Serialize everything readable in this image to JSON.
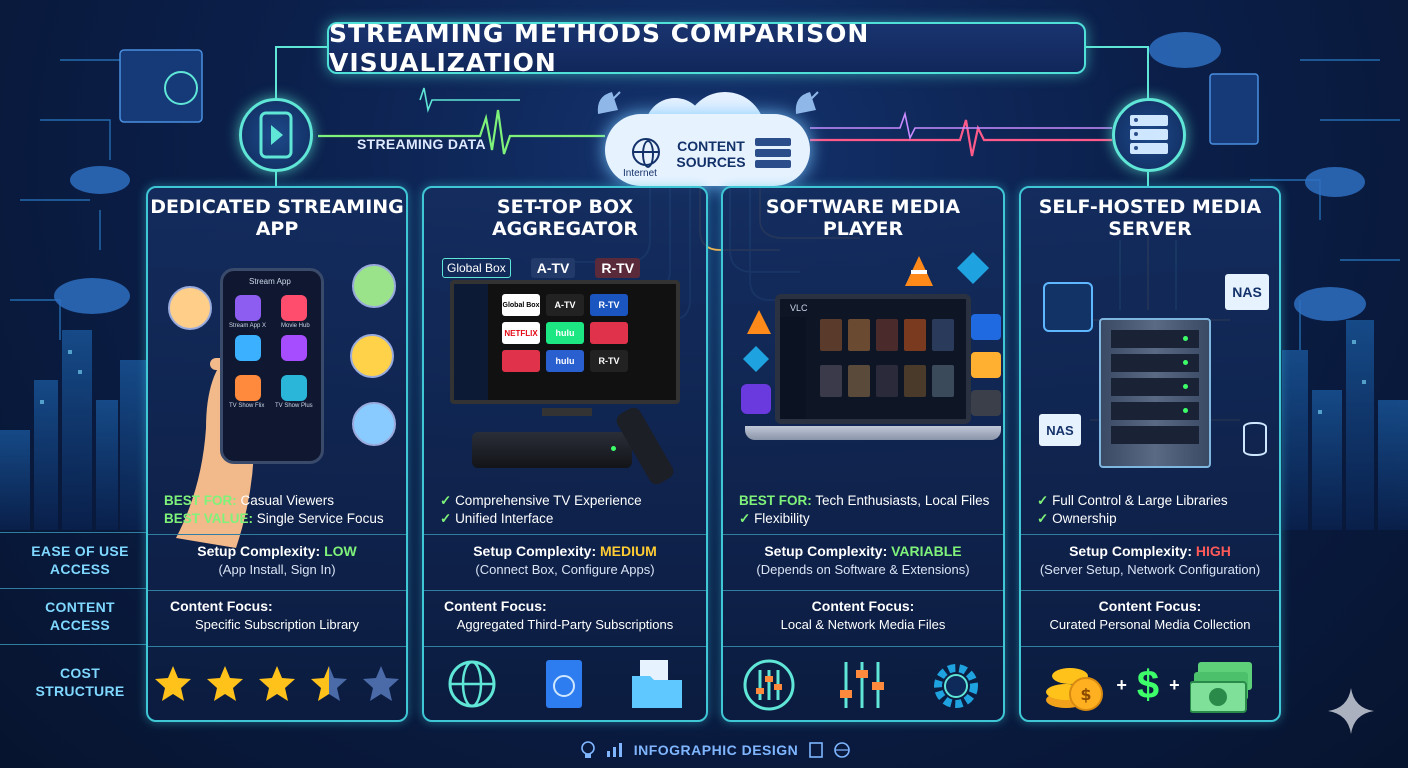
{
  "title": "STREAMING METHODS COMPARISON VISUALIZATION",
  "cloud": {
    "label": "CONTENT SOURCES",
    "sub": "Internet"
  },
  "streaming_data_label": "STREAMING DATA",
  "row_labels": {
    "ease": "EASE OF USE ACCESS",
    "content": "CONTENT ACCESS",
    "cost": "COST STRUCTURE"
  },
  "columns": [
    {
      "title": "DEDICATED STREAMING APP",
      "phone_header": "Stream App",
      "apps": [
        "Stream App X",
        "Movie Hub",
        "TV Show Flix",
        "TV Show Plus"
      ],
      "benefit1_key": "BEST FOR:",
      "benefit1_val": " Casual Viewers",
      "benefit2_key": "BEST VALUE:",
      "benefit2_val": " Single Service Focus",
      "setup_label": "Setup Complexity:",
      "setup_level": "LOW",
      "setup_detail": "(App Install, Sign In)",
      "content_label": "Content Focus:",
      "content_detail": "Specific Subscription Library",
      "rating": 3.5,
      "rating_max": 5,
      "colors": {
        "star": "#ffc21a",
        "star_empty": "#4a6aa8"
      }
    },
    {
      "title": "SET-TOP BOX AGGREGATOR",
      "brands": [
        "Global Box",
        "A-TV",
        "R-TV"
      ],
      "tiles": [
        "Global Box",
        "A-TV",
        "R-TV",
        "NETFLIX",
        "hulu",
        "",
        "",
        "hulu",
        "R-TV"
      ],
      "benefit1": "Comprehensive TV Experience",
      "benefit2": "Unified Interface",
      "setup_label": "Setup Complexity:",
      "setup_level": "MEDIUM",
      "setup_detail": "(Connect Box, Configure Apps)",
      "content_label": "Content Focus:",
      "content_detail": "Aggregated Third-Party Subscriptions",
      "icons": [
        "globe-icon",
        "document-globe-icon",
        "folder-icon"
      ]
    },
    {
      "title": "SOFTWARE MEDIA PLAYER",
      "player_name": "VLC",
      "benefit1_key": "BEST FOR:",
      "benefit1_val": " Tech Enthusiasts, Local Files",
      "benefit2": "Flexibility",
      "setup_label": "Setup Complexity:",
      "setup_level": "VARIABLE",
      "setup_detail": "(Depends on Software & Extensions)",
      "content_label": "Content Focus:",
      "content_detail": "Local & Network Media Files",
      "icons": [
        "equalizer-icon",
        "sliders-icon",
        "gear-icon"
      ]
    },
    {
      "title": "SELF-HOSTED MEDIA SERVER",
      "nas_label": "NAS",
      "benefit1": "Full Control & Large Libraries",
      "benefit2": "Ownership",
      "setup_label": "Setup Complexity:",
      "setup_level": "HIGH",
      "setup_detail": "(Server Setup, Network Configuration)",
      "content_label": "Content Focus:",
      "content_detail": "Curated Personal Media Collection",
      "cost_parts": [
        "coins-icon",
        "+",
        "$",
        "+",
        "cash-icon"
      ]
    }
  ],
  "footer": "INFOGRAPHIC DESIGN"
}
